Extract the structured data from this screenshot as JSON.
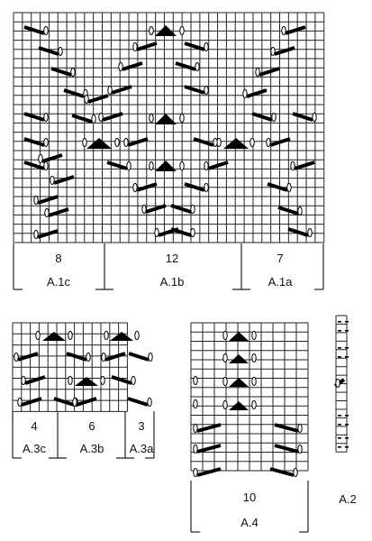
{
  "chart_a1": {
    "rows": 25,
    "sections": [
      {
        "count": "8",
        "name": "A.1c"
      },
      {
        "count": "12",
        "name": "A.1b"
      },
      {
        "count": "7",
        "name": "A.1a"
      }
    ]
  },
  "chart_a3": {
    "rows": 8,
    "sections": [
      {
        "count": "4",
        "name": "A.3c"
      },
      {
        "count": "6",
        "name": "A.3b"
      },
      {
        "count": "3",
        "name": "A.3a"
      }
    ]
  },
  "chart_a4": {
    "rows": 16,
    "sections": [
      {
        "count": "10",
        "name": "A.4"
      }
    ]
  },
  "chart_a2": {
    "rows": 16,
    "name": "A.2"
  },
  "symbol_names": [
    "right-leaning-decrease-icon",
    "left-leaning-decrease-icon",
    "triangle-decrease-icon",
    "yarn-over-icon",
    "purl-dash-icon"
  ]
}
